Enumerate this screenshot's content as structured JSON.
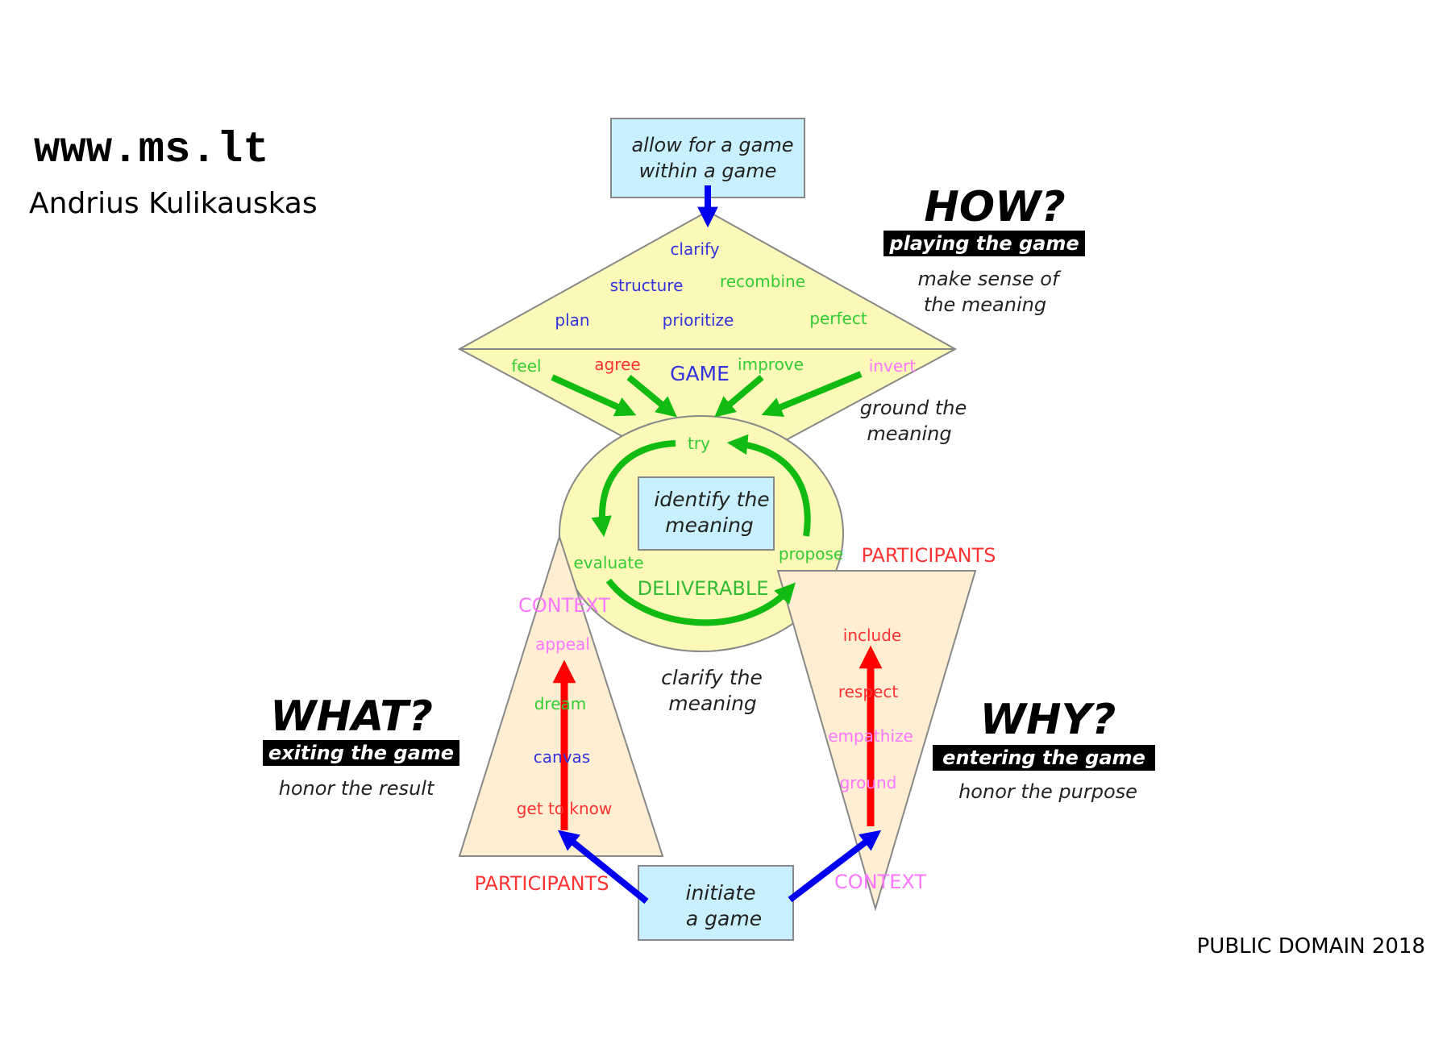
{
  "header": {
    "site": "www.ms.lt",
    "author": "Andrius Kulikauskas"
  },
  "footer": {
    "license": "PUBLIC DOMAIN 2018"
  },
  "boxes": {
    "top": [
      "allow for a game",
      "within a game"
    ],
    "center": [
      "identify the",
      "meaning"
    ],
    "bottom": [
      "initiate",
      "a game"
    ]
  },
  "how": {
    "title": "HOW?",
    "banner": "playing the game",
    "note": [
      "make sense of",
      "the meaning"
    ],
    "ground": [
      "ground the",
      "meaning"
    ]
  },
  "what": {
    "title": "WHAT?",
    "banner": "exiting the game",
    "note": "honor the result"
  },
  "why": {
    "title": "WHY?",
    "banner": "entering the game",
    "note": "honor the purpose"
  },
  "clarify_meaning": [
    "clarify the",
    "meaning"
  ],
  "game_diamond": {
    "label": "GAME",
    "upper_words": [
      {
        "text": "clarify",
        "color": "#3333dd"
      },
      {
        "text": "structure",
        "color": "#3333dd"
      },
      {
        "text": "recombine",
        "color": "#33cc33"
      },
      {
        "text": "plan",
        "color": "#3333dd"
      },
      {
        "text": "prioritize",
        "color": "#3333dd"
      },
      {
        "text": "perfect",
        "color": "#33cc33"
      }
    ],
    "lower_words": [
      {
        "text": "feel",
        "color": "#33cc33"
      },
      {
        "text": "agree",
        "color": "#ff3333"
      },
      {
        "text": "improve",
        "color": "#33cc33"
      },
      {
        "text": "invert",
        "color": "#ff77ff"
      }
    ]
  },
  "deliverable_circle": {
    "label": "DELIVERABLE",
    "try": "try",
    "evaluate": "evaluate",
    "propose": "propose"
  },
  "left_triangle": {
    "top_label": "CONTEXT",
    "bottom_label": "PARTICIPANTS",
    "words": [
      {
        "text": "appeal",
        "color": "#ff77ff"
      },
      {
        "text": "dream",
        "color": "#33cc33"
      },
      {
        "text": "canvas",
        "color": "#3333dd"
      },
      {
        "text": "get to know",
        "color": "#ff3333"
      }
    ]
  },
  "right_triangle": {
    "top_label": "PARTICIPANTS",
    "bottom_label": "CONTEXT",
    "words": [
      {
        "text": "include",
        "color": "#ff3333"
      },
      {
        "text": "respect",
        "color": "#ff3333"
      },
      {
        "text": "empathize",
        "color": "#ff77ff"
      },
      {
        "text": "ground",
        "color": "#ff77ff"
      }
    ]
  },
  "colors": {
    "box_fill": "#c8f0ff",
    "diamond_fill": "#fbf8b8",
    "circle_fill": "#fbf8b8",
    "triangle_fill": "#ffeed2",
    "blue_arrow": "#0000ee",
    "green_arrow": "#11bb11",
    "red_arrow": "#ff0000",
    "label_blue": "#3333dd",
    "label_green": "#33bb33",
    "label_red": "#ff3333",
    "label_pink": "#ff77ff"
  }
}
